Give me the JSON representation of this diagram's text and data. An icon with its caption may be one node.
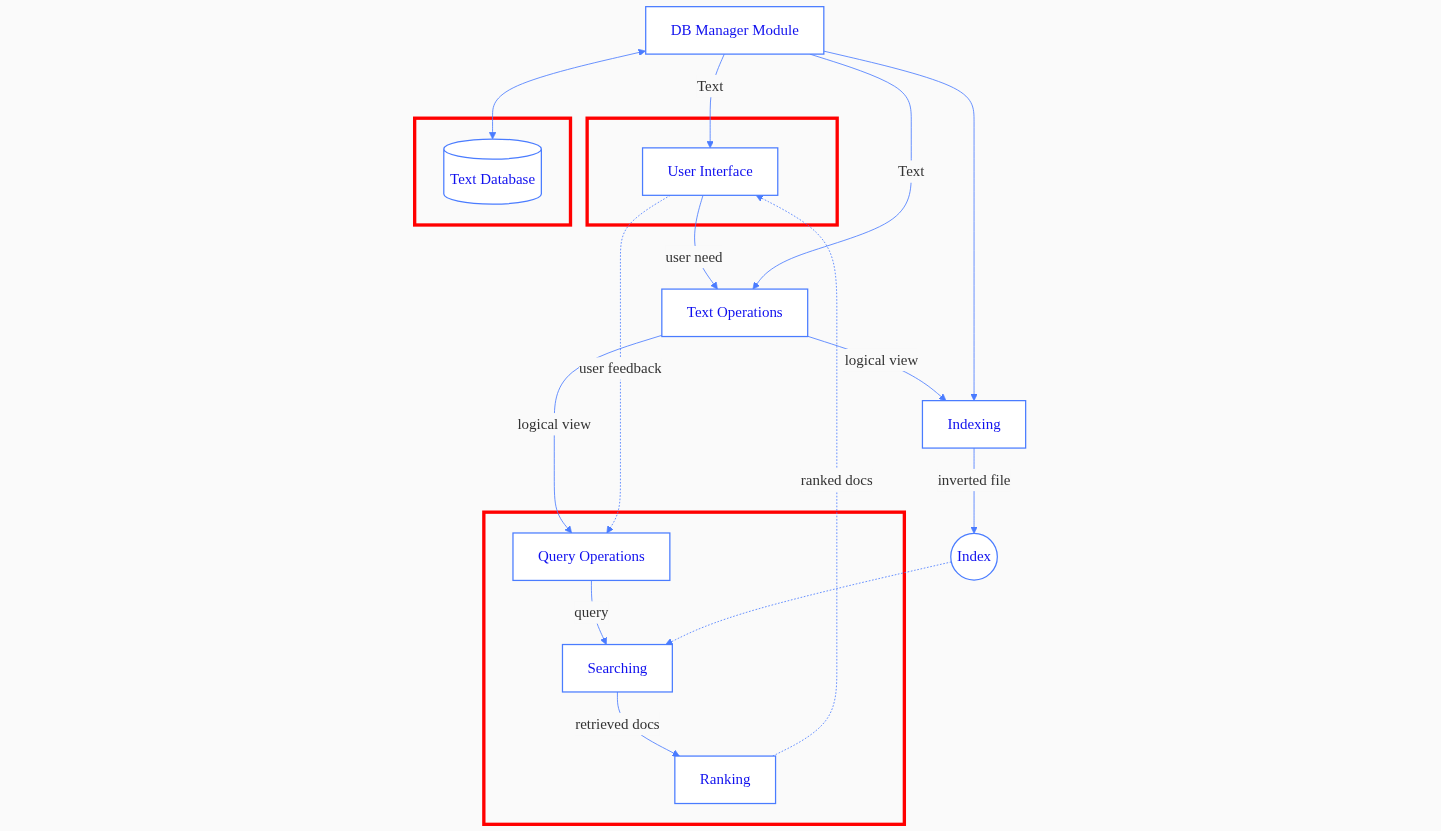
{
  "diagram": {
    "nodes": [
      {
        "text": [],
        "shape": "box"
      },
      {
        "text": [
          "User Interface"
        ],
        "in": 0
      },
      {
        "text": [
          "Text Operations"
        ]
      },
      {
        "text": [],
        "shape": "box"
      },
      {
        "text": [
          "Query Operations"
        ],
        "in": 3
      },
      {
        "text": [
          "Searching"
        ],
        "in": 3
      },
      {
        "text": [
          "Ranking"
        ],
        "in": 3
      },
      {
        "text": [
          "Indexing"
        ]
      },
      {
        "text": [
          "DB Manager Module"
        ]
      },
      {
        "text": [
          "Index"
        ]
      },
      {
        "text": [],
        "shape": "box"
      },
      {
        "text": [
          "Text Database"
        ],
        "in": 10
      }
    ],
    "edges": [
      {
        "from": 1,
        "to": 2,
        "arrow": "to",
        "label": "user need"
      },
      {
        "from": 8,
        "to": 1,
        "arrow": "to",
        "label": "Text"
      },
      {
        "from": 8,
        "to": 2,
        "arrow": "to",
        "label": "Text"
      },
      {
        "from": 2,
        "to": 4,
        "arrow": "to",
        "label": "logical view"
      },
      {
        "from": 2,
        "to": 7,
        "arrow": "to",
        "label": "logical view"
      },
      {
        "from": 8,
        "to": 7,
        "arrow": "to"
      },
      {
        "from": 4,
        "to": 5,
        "arrow": "to",
        "label": "query"
      },
      {
        "from": 5,
        "to": 6,
        "arrow": "to",
        "label": "retrieved docs"
      },
      {
        "from": 7,
        "to": 9,
        "arrow": "to",
        "label": "inverted file"
      },
      {
        "from": 9,
        "to": 5,
        "arrow": "to",
        "style": "dashed"
      },
      {
        "from": 8,
        "to": 11,
        "arrow": "both"
      },
      {
        "from": 6,
        "to": 1,
        "arrow": "to",
        "style": "dashed",
        "label": "ranked docs"
      },
      {
        "from": 1,
        "to": 4,
        "arrow": "to",
        "style": "dashed",
        "label": "user feedback"
      }
    ]
  }
}
